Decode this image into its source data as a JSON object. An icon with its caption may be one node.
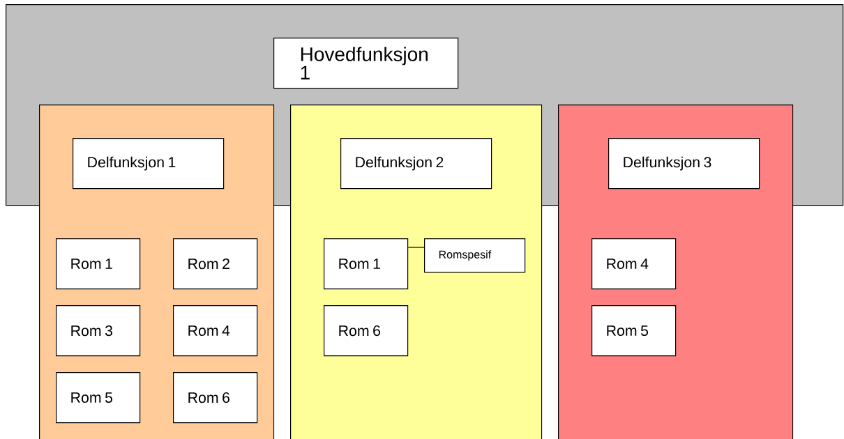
{
  "diagram": {
    "nodes": [
      {
        "text": [],
        "shape": "box"
      },
      {
        "text": [
          "Hovedfunksjon 1"
        ],
        "in": 0
      },
      {
        "text": [],
        "shape": "box"
      },
      {
        "text": [
          "Delfunksjon 1"
        ]
      },
      {
        "text": [
          "Rom 1"
        ],
        "in": 2
      },
      {
        "text": [
          "Rom 2"
        ],
        "in": 2
      },
      {
        "text": [
          "Rom 3"
        ],
        "in": 2
      },
      {
        "text": [
          "Rom 4"
        ],
        "in": 2
      },
      {
        "text": [
          "Rom 5"
        ],
        "in": 2
      },
      {
        "text": [
          "Rom 6"
        ],
        "in": 2
      },
      {
        "text": [],
        "shape": "box"
      },
      {
        "text": [
          "Delfunksjon 2"
        ]
      },
      {
        "text": [
          "Rom 1"
        ],
        "in": 10
      },
      {
        "text": [
          "Romspesif"
        ],
        "in": 10
      },
      {
        "text": [
          "Rom 6"
        ],
        "in": 10
      },
      {
        "text": [],
        "shape": "box"
      },
      {
        "text": [
          "Delfunksjon 3"
        ]
      },
      {
        "text": [
          "Rom 4"
        ],
        "in": 15
      },
      {
        "text": [
          "Rom 5"
        ],
        "in": 15
      }
    ],
    "edges": [
      {
        "from": 12,
        "to": 13,
        "arrow": "none"
      }
    ]
  }
}
